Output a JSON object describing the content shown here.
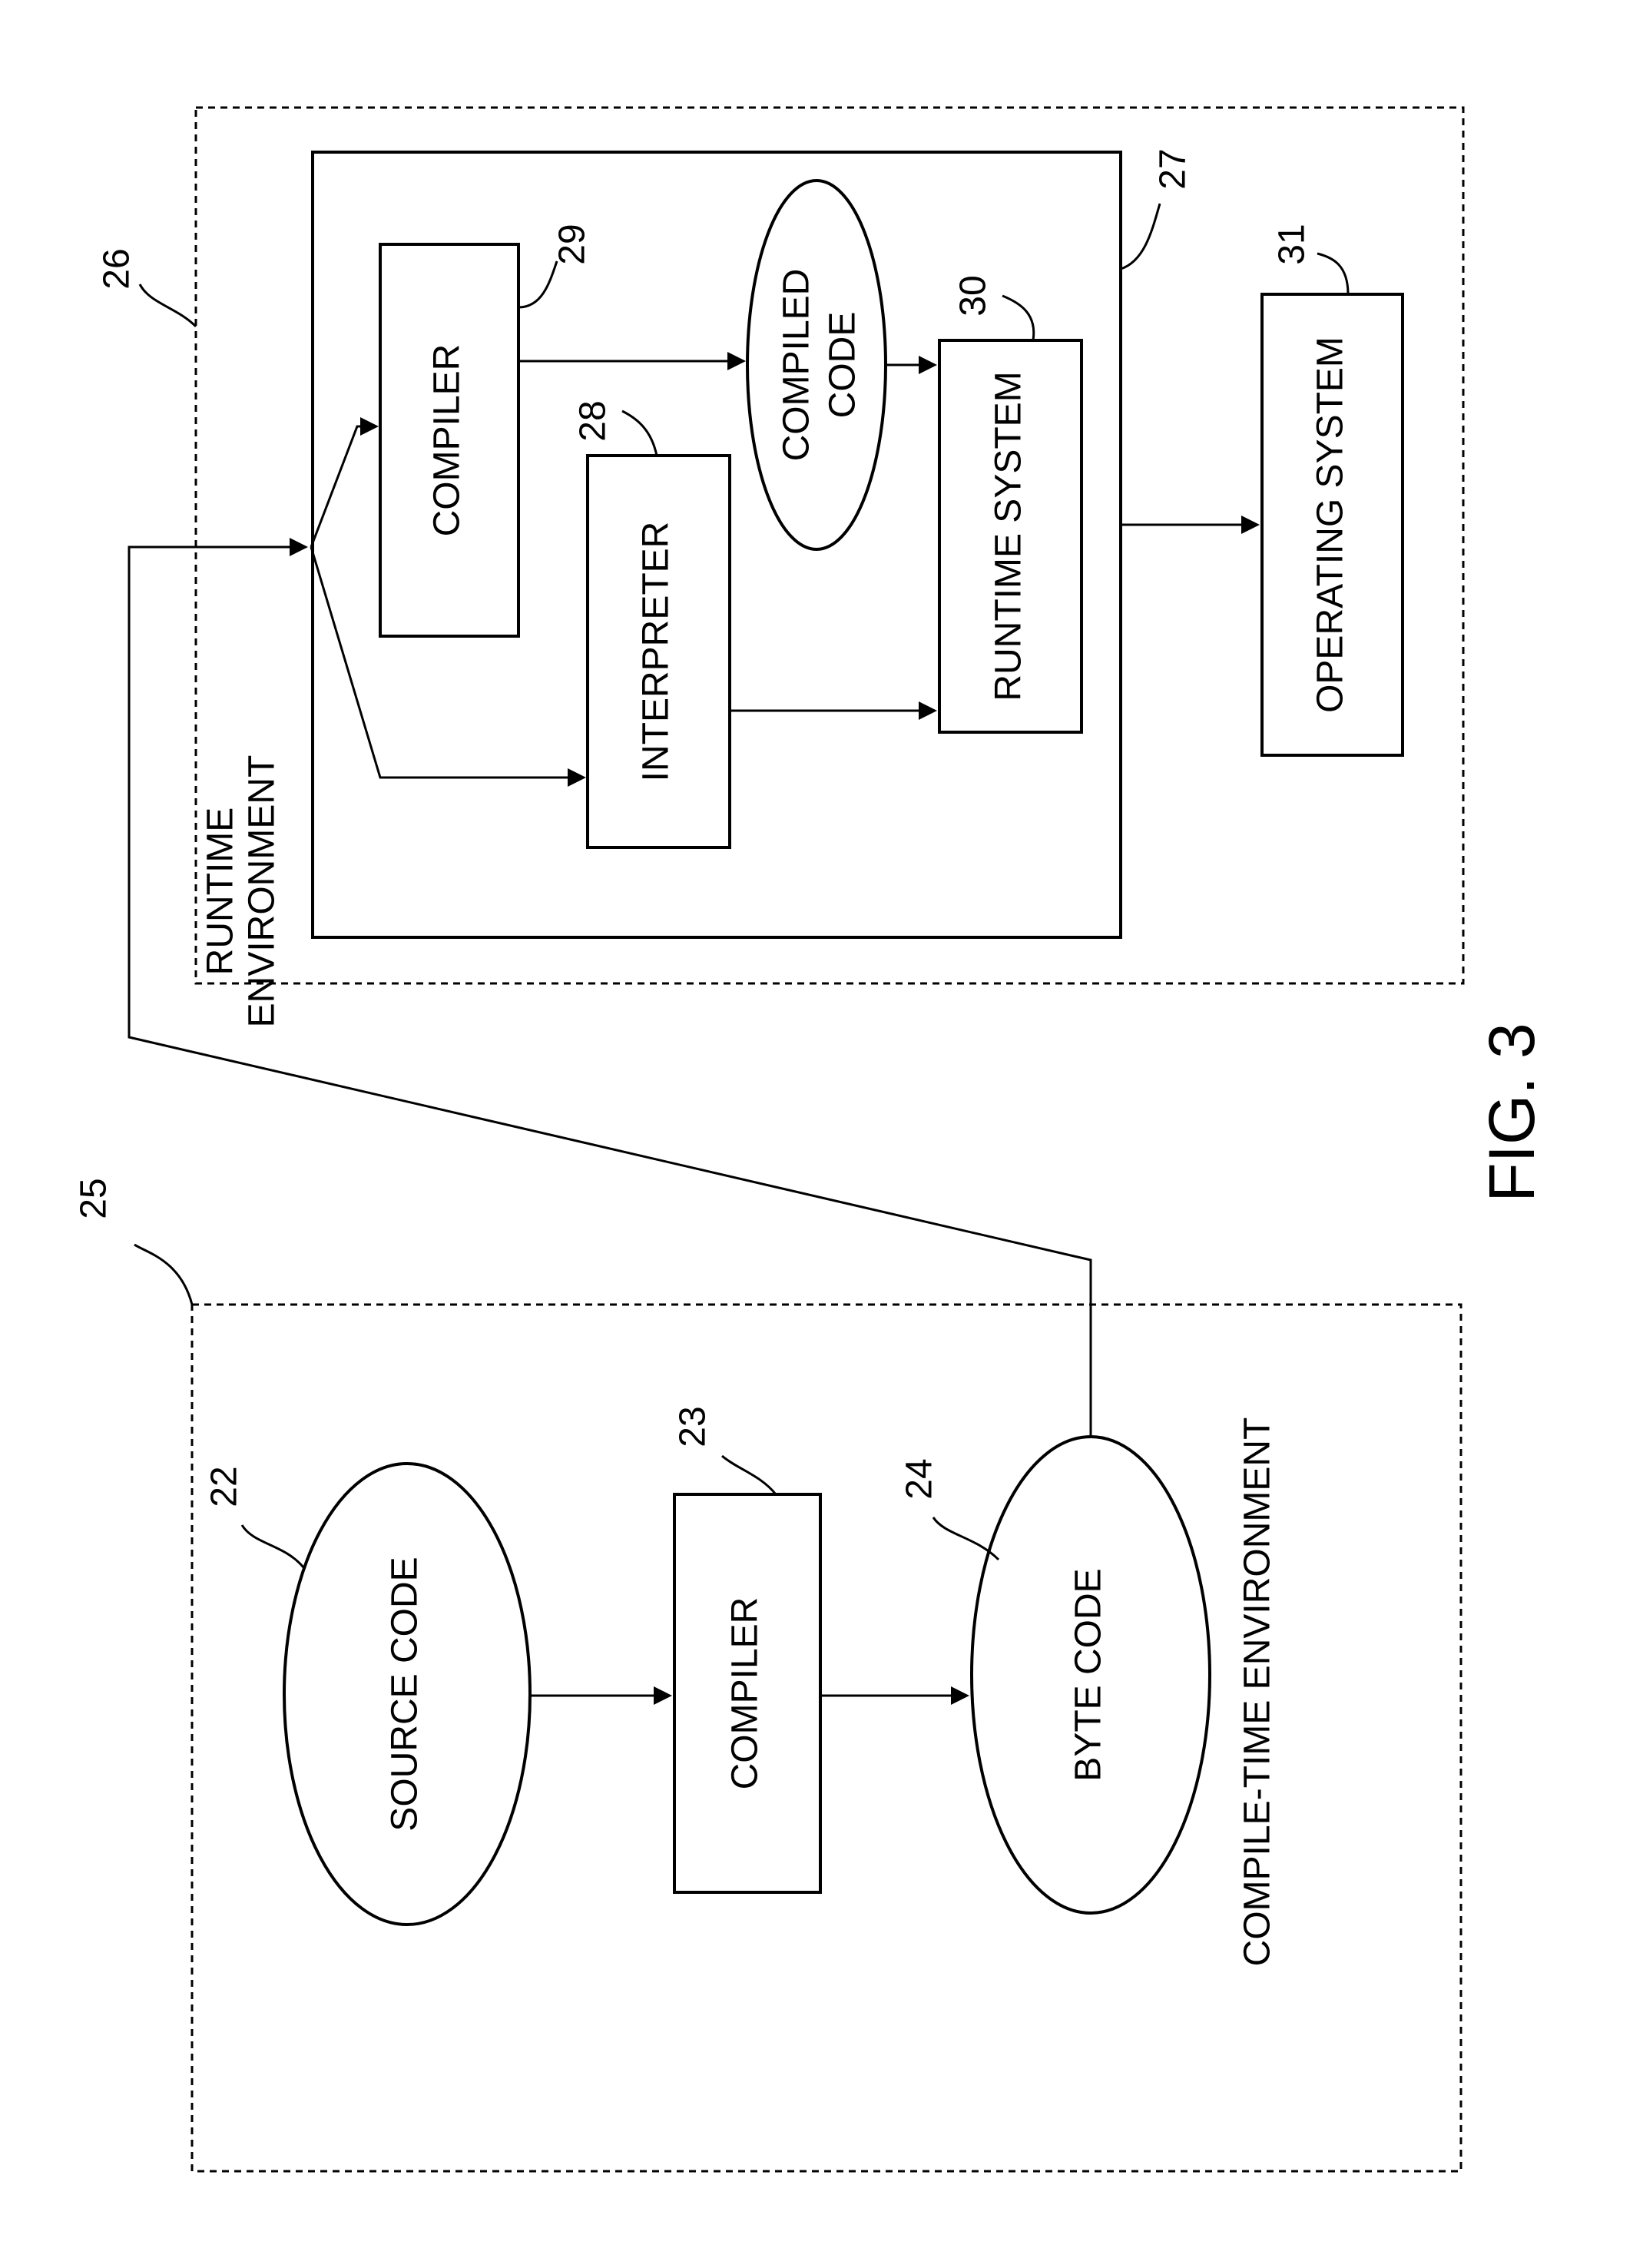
{
  "compile_time": {
    "ref": "25",
    "label": "COMPILE-TIME ENVIRONMENT",
    "source_code": {
      "label": "SOURCE CODE",
      "ref": "22"
    },
    "compiler": {
      "label": "COMPILER",
      "ref": "23"
    },
    "byte_code": {
      "label": "BYTE CODE",
      "ref": "24"
    }
  },
  "runtime": {
    "ref": "26",
    "label_line1": "RUNTIME",
    "label_line2": "ENVIRONMENT",
    "inner_ref": "27",
    "compiler": {
      "label": "COMPILER",
      "ref": "29"
    },
    "interpreter": {
      "label": "INTERPRETER",
      "ref": "28"
    },
    "compiled_code": {
      "line1": "COMPILED",
      "line2": "CODE"
    },
    "runtime_system": {
      "label": "RUNTIME SYSTEM",
      "ref": "30"
    },
    "operating_system": {
      "label": "OPERATING SYSTEM",
      "ref": "31"
    }
  },
  "figure_label": "FIG. 3"
}
